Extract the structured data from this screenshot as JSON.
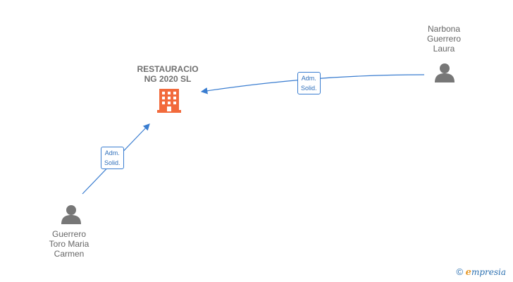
{
  "company": {
    "label": "RESTAURACIO\nNG 2020  SL",
    "icon": "building-icon",
    "color": "#f26a3c"
  },
  "persons": [
    {
      "id": "p1",
      "label": "Narbona\nGuerrero\nLaura",
      "icon": "person-icon"
    },
    {
      "id": "p2",
      "label": "Guerrero\nToro Maria\nCarmen",
      "icon": "person-icon"
    }
  ],
  "edges": [
    {
      "from": "p1",
      "to": "company",
      "label": "Adm.\nSolid.",
      "color": "#3a7dd0"
    },
    {
      "from": "p2",
      "to": "company",
      "label": "Adm.\nSolid.",
      "color": "#3a7dd0"
    }
  ],
  "footer": {
    "copyright": "©",
    "brand_first": "e",
    "brand_rest": "mpresia"
  }
}
